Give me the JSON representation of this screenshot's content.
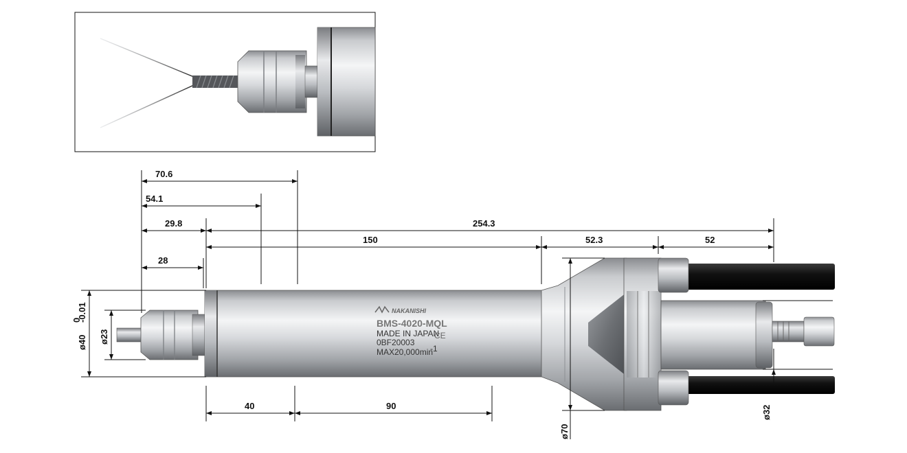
{
  "dimensions": {
    "d_70_6": "70.6",
    "d_54_1": "54.1",
    "d_29_8": "29.8",
    "d_28": "28",
    "d_254_3": "254.3",
    "d_150": "150",
    "d_52_3": "52.3",
    "d_52": "52",
    "d_40": "40",
    "d_90": "90",
    "dia_40": "ø40",
    "dia_40_tol_top": "0",
    "dia_40_tol_bottom": "-0.01",
    "dia_23": "ø23",
    "dia_70": "ø70",
    "dia_32": "ø32"
  },
  "product_label": {
    "brand": "NAKANISHI",
    "model": "BMS-4020-MQL",
    "origin": "MADE IN JAPAN",
    "ce_mark": "CE",
    "serial": "0BF20003",
    "speed": "MAX20,000min",
    "speed_unit_sup": "-1"
  },
  "colors": {
    "line": "#111111",
    "steel_dark": "#6e7074",
    "steel_light": "#f2f3f4",
    "hose": "#1a1a1a"
  }
}
